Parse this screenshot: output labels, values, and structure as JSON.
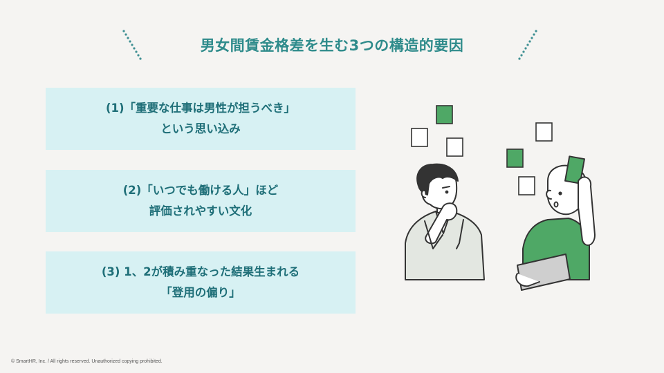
{
  "slide": {
    "title": "男女間賃金格差を生む3つの構造的要因",
    "items": [
      {
        "line1": "(1)「重要な仕事は男性が担うべき」",
        "line2": "という思い込み"
      },
      {
        "line1": "(2)「いつでも働ける人」ほど",
        "line2": "評価されやすい文化"
      },
      {
        "line1": "(3) 1、2が積み重なった結果生まれる",
        "line2": "「登用の偏り」"
      }
    ],
    "copyright": "© SmartHR, Inc. / All rights reserved. Unauthorized copying prohibited."
  },
  "colors": {
    "background": "#f5f4f2",
    "title": "#2e8b8b",
    "card_bg": "#d7f1f3",
    "card_text": "#1f6f78",
    "accent_green": "#4fa866"
  },
  "icons": [
    "dotted-slash-decoration-icon",
    "thinking-man-illustration",
    "person-with-tablet-illustration",
    "sticky-note-icon"
  ]
}
